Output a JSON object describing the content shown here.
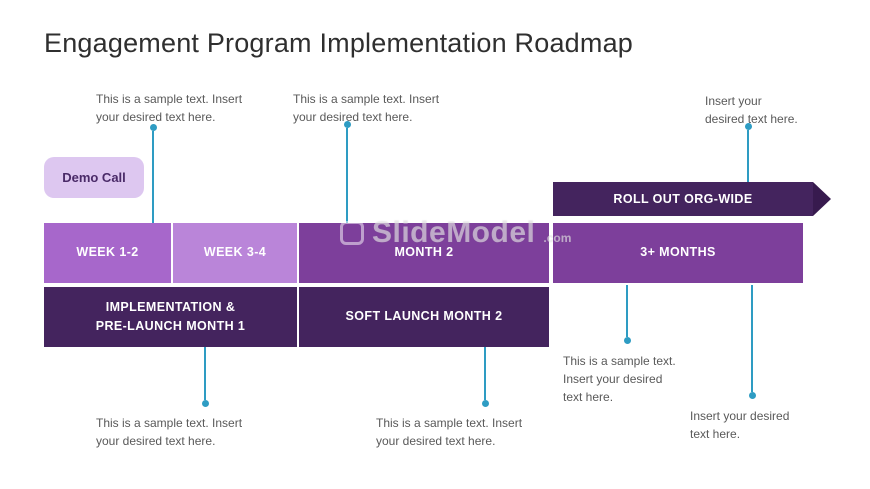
{
  "slide": {
    "title": "Engagement Program Implementation Roadmap"
  },
  "badge": {
    "label": "Demo Call"
  },
  "rollout": {
    "label": "ROLL OUT ORG-WIDE"
  },
  "phase_bars": [
    {
      "label": "WEEK 1-2"
    },
    {
      "label": "WEEK 3-4"
    },
    {
      "label": "MONTH 2"
    },
    {
      "label": "3+ MONTHS"
    }
  ],
  "stage_bars": [
    {
      "label": "IMPLEMENTATION &\nPRE-LAUNCH MONTH 1"
    },
    {
      "label": "SOFT LAUNCH MONTH 2"
    }
  ],
  "annotations": {
    "top_left": "This is a sample text. Insert\nyour desired text here.",
    "top_center": "This is a sample text. Insert\nyour desired text here.",
    "top_right": "Insert your\ndesired text here.",
    "bottom_left": "This is a sample text. Insert\nyour desired text here.",
    "bottom_center": "This is a sample text. Insert\nyour desired text here.",
    "right_upper": "This is a sample text.\nInsert your desired\ntext here.",
    "right_lower": "Insert your desired\ntext here."
  },
  "watermark": {
    "text": "SlideModel",
    "suffix": ".com"
  },
  "colors": {
    "bar_light_purple": "#a767cb",
    "bar_lighter_purple": "#ba85d9",
    "bar_medium_purple": "#7d3f9b",
    "bar_dark_purple": "#44245e",
    "arrow_head_purple": "#371a4e",
    "badge_background": "#ddc7f0",
    "badge_text": "#4a2a68",
    "connector": "#2e9cc3",
    "annotation_text": "#595959",
    "title_text": "#2f2f2f"
  }
}
